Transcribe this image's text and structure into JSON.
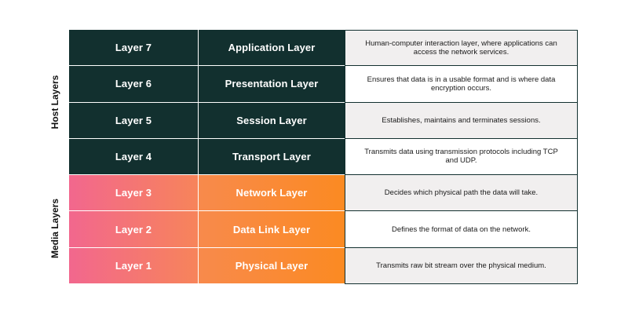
{
  "groups": {
    "host": "Host Layers",
    "media": "Media Layers"
  },
  "colors": {
    "host_bg": "#12302f",
    "media_gradient_start": "#f2678e",
    "media_gradient_end": "#fb8a22",
    "desc_shade": "#f1efef"
  },
  "layers": [
    {
      "layer": "Layer 7",
      "name": "Application Layer",
      "description": "Human-computer interaction layer, where applications can access the network services.",
      "group": "host"
    },
    {
      "layer": "Layer 6",
      "name": "Presentation Layer",
      "description": "Ensures that data is in a usable format and is where data encryption occurs.",
      "group": "host"
    },
    {
      "layer": "Layer 5",
      "name": "Session Layer",
      "description": "Establishes, maintains and terminates sessions.",
      "group": "host"
    },
    {
      "layer": "Layer 4",
      "name": "Transport Layer",
      "description": "Transmits data using transmission protocols including TCP and UDP.",
      "group": "host"
    },
    {
      "layer": "Layer 3",
      "name": "Network Layer",
      "description": "Decides which physical path the data will take.",
      "group": "media"
    },
    {
      "layer": "Layer 2",
      "name": "Data Link Layer",
      "description": "Defines the format of data on the network.",
      "group": "media"
    },
    {
      "layer": "Layer 1",
      "name": "Physical Layer",
      "description": "Transmits raw bit stream over the physical medium.",
      "group": "media"
    }
  ]
}
